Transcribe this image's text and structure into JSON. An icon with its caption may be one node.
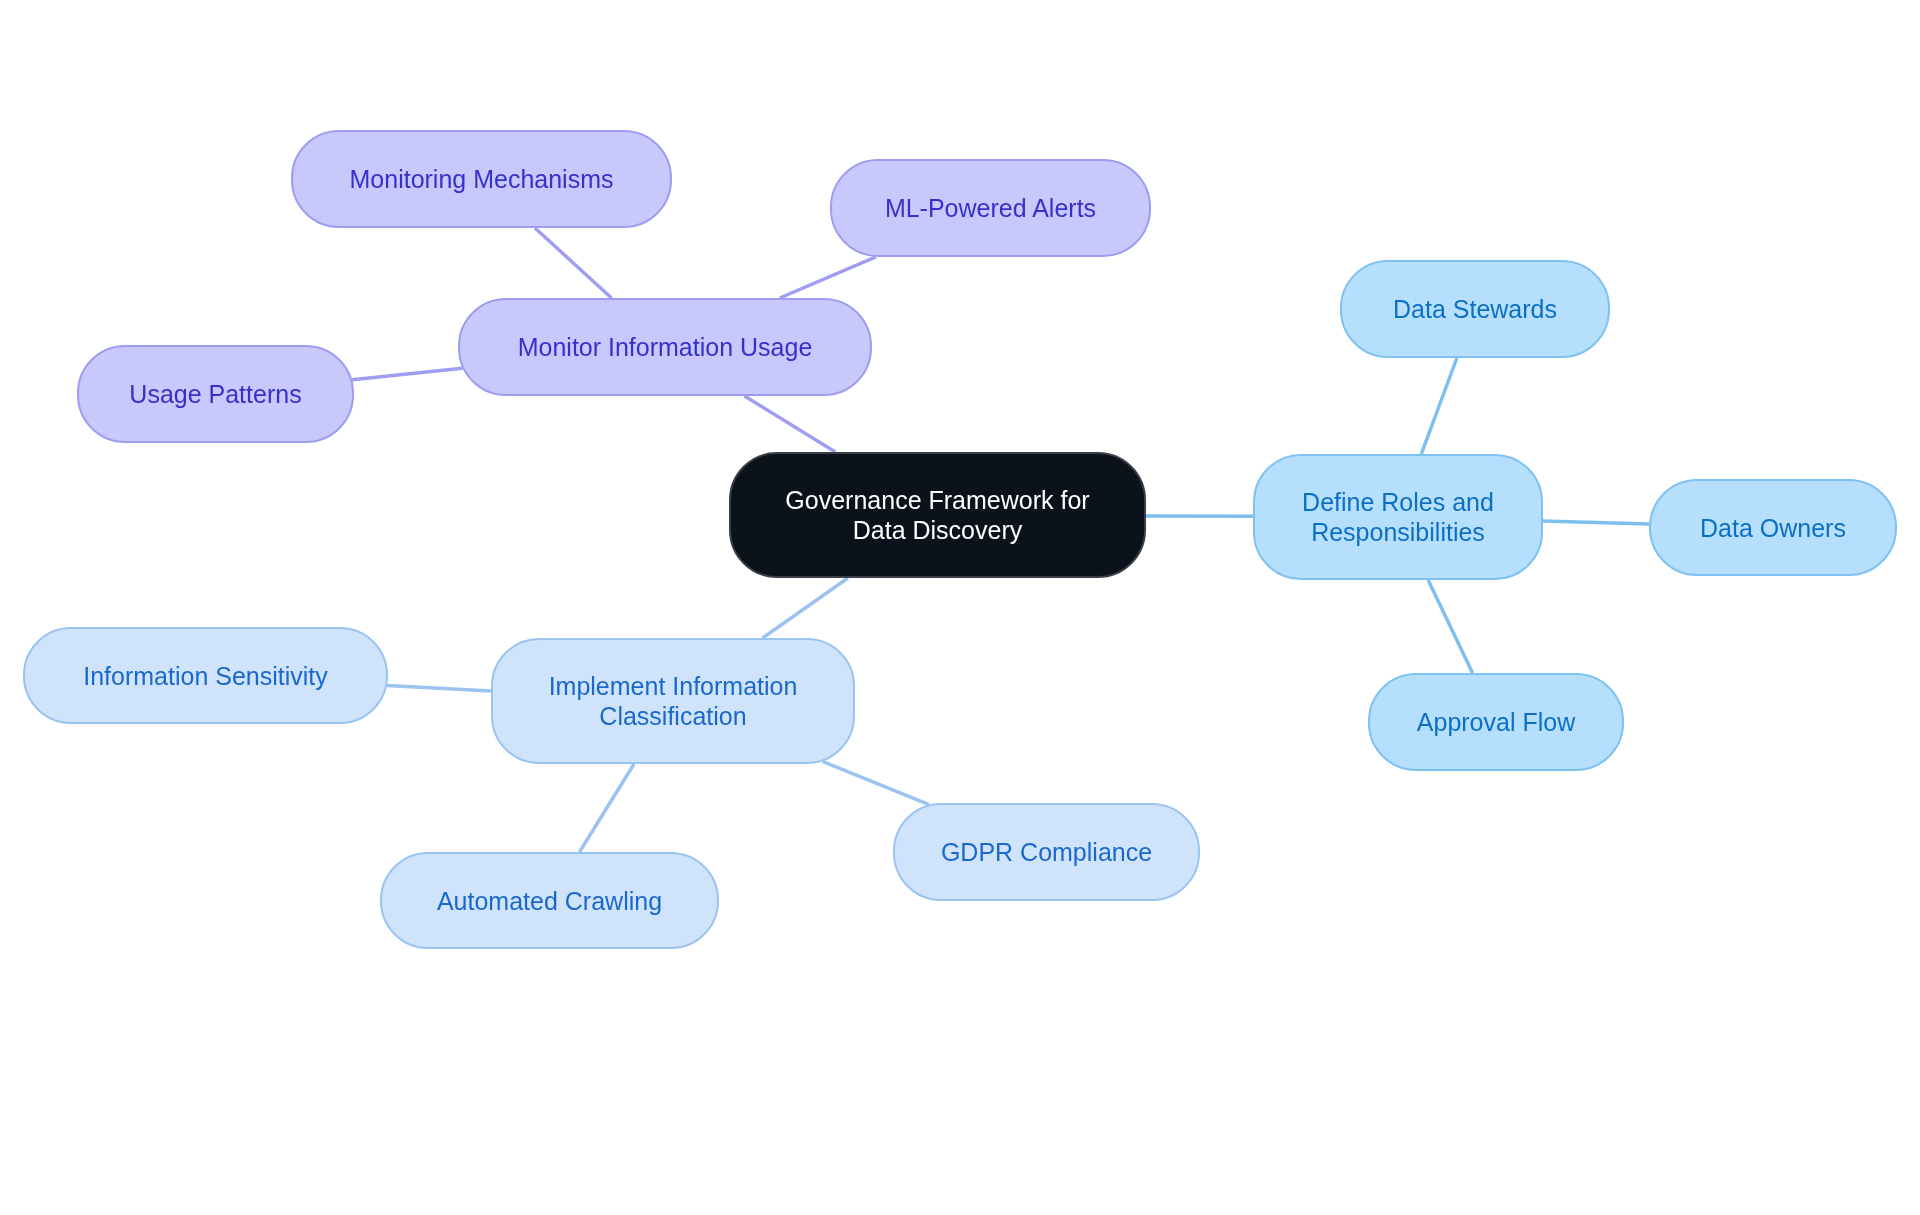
{
  "diagram": {
    "nodes": [
      {
        "text": [
          "Governance Framework for Data Discovery"
        ]
      },
      {
        "text": [
          "Monitor Information Usage"
        ]
      },
      {
        "text": [
          "Monitoring Mechanisms"
        ]
      },
      {
        "text": [
          "ML-Powered Alerts"
        ]
      },
      {
        "text": [
          "Usage Patterns"
        ]
      },
      {
        "text": [
          "Define Roles and Responsibilities"
        ]
      },
      {
        "text": [
          "Data Stewards"
        ]
      },
      {
        "text": [
          "Data Owners"
        ]
      },
      {
        "text": [
          "Approval Flow"
        ]
      },
      {
        "text": [
          "Implement Information Classification"
        ]
      },
      {
        "text": [
          "Information Sensitivity"
        ]
      },
      {
        "text": [
          "GDPR Compliance"
        ]
      },
      {
        "text": [
          "Automated Crawling"
        ]
      }
    ],
    "edges": [
      {
        "from": 0,
        "to": 1,
        "arrow": "none",
        "color": "#a09ef2"
      },
      {
        "from": 1,
        "to": 2,
        "arrow": "none",
        "color": "#a09ef2"
      },
      {
        "from": 1,
        "to": 3,
        "arrow": "none",
        "color": "#a09ef2"
      },
      {
        "from": 1,
        "to": 4,
        "arrow": "none",
        "color": "#a09ef2"
      },
      {
        "from": 0,
        "to": 5,
        "arrow": "none",
        "color": "#7dc0ef"
      },
      {
        "from": 5,
        "to": 6,
        "arrow": "none",
        "color": "#7dc0ef"
      },
      {
        "from": 5,
        "to": 7,
        "arrow": "none",
        "color": "#7dc0ef"
      },
      {
        "from": 5,
        "to": 8,
        "arrow": "none",
        "color": "#7dc0ef"
      },
      {
        "from": 0,
        "to": 9,
        "arrow": "none",
        "color": "#9cc3ef"
      },
      {
        "from": 9,
        "to": 10,
        "arrow": "none",
        "color": "#9cc3ef"
      },
      {
        "from": 9,
        "to": 11,
        "arrow": "none",
        "color": "#9cc3ef"
      },
      {
        "from": 9,
        "to": 12,
        "arrow": "none",
        "color": "#9cc3ef"
      }
    ]
  }
}
